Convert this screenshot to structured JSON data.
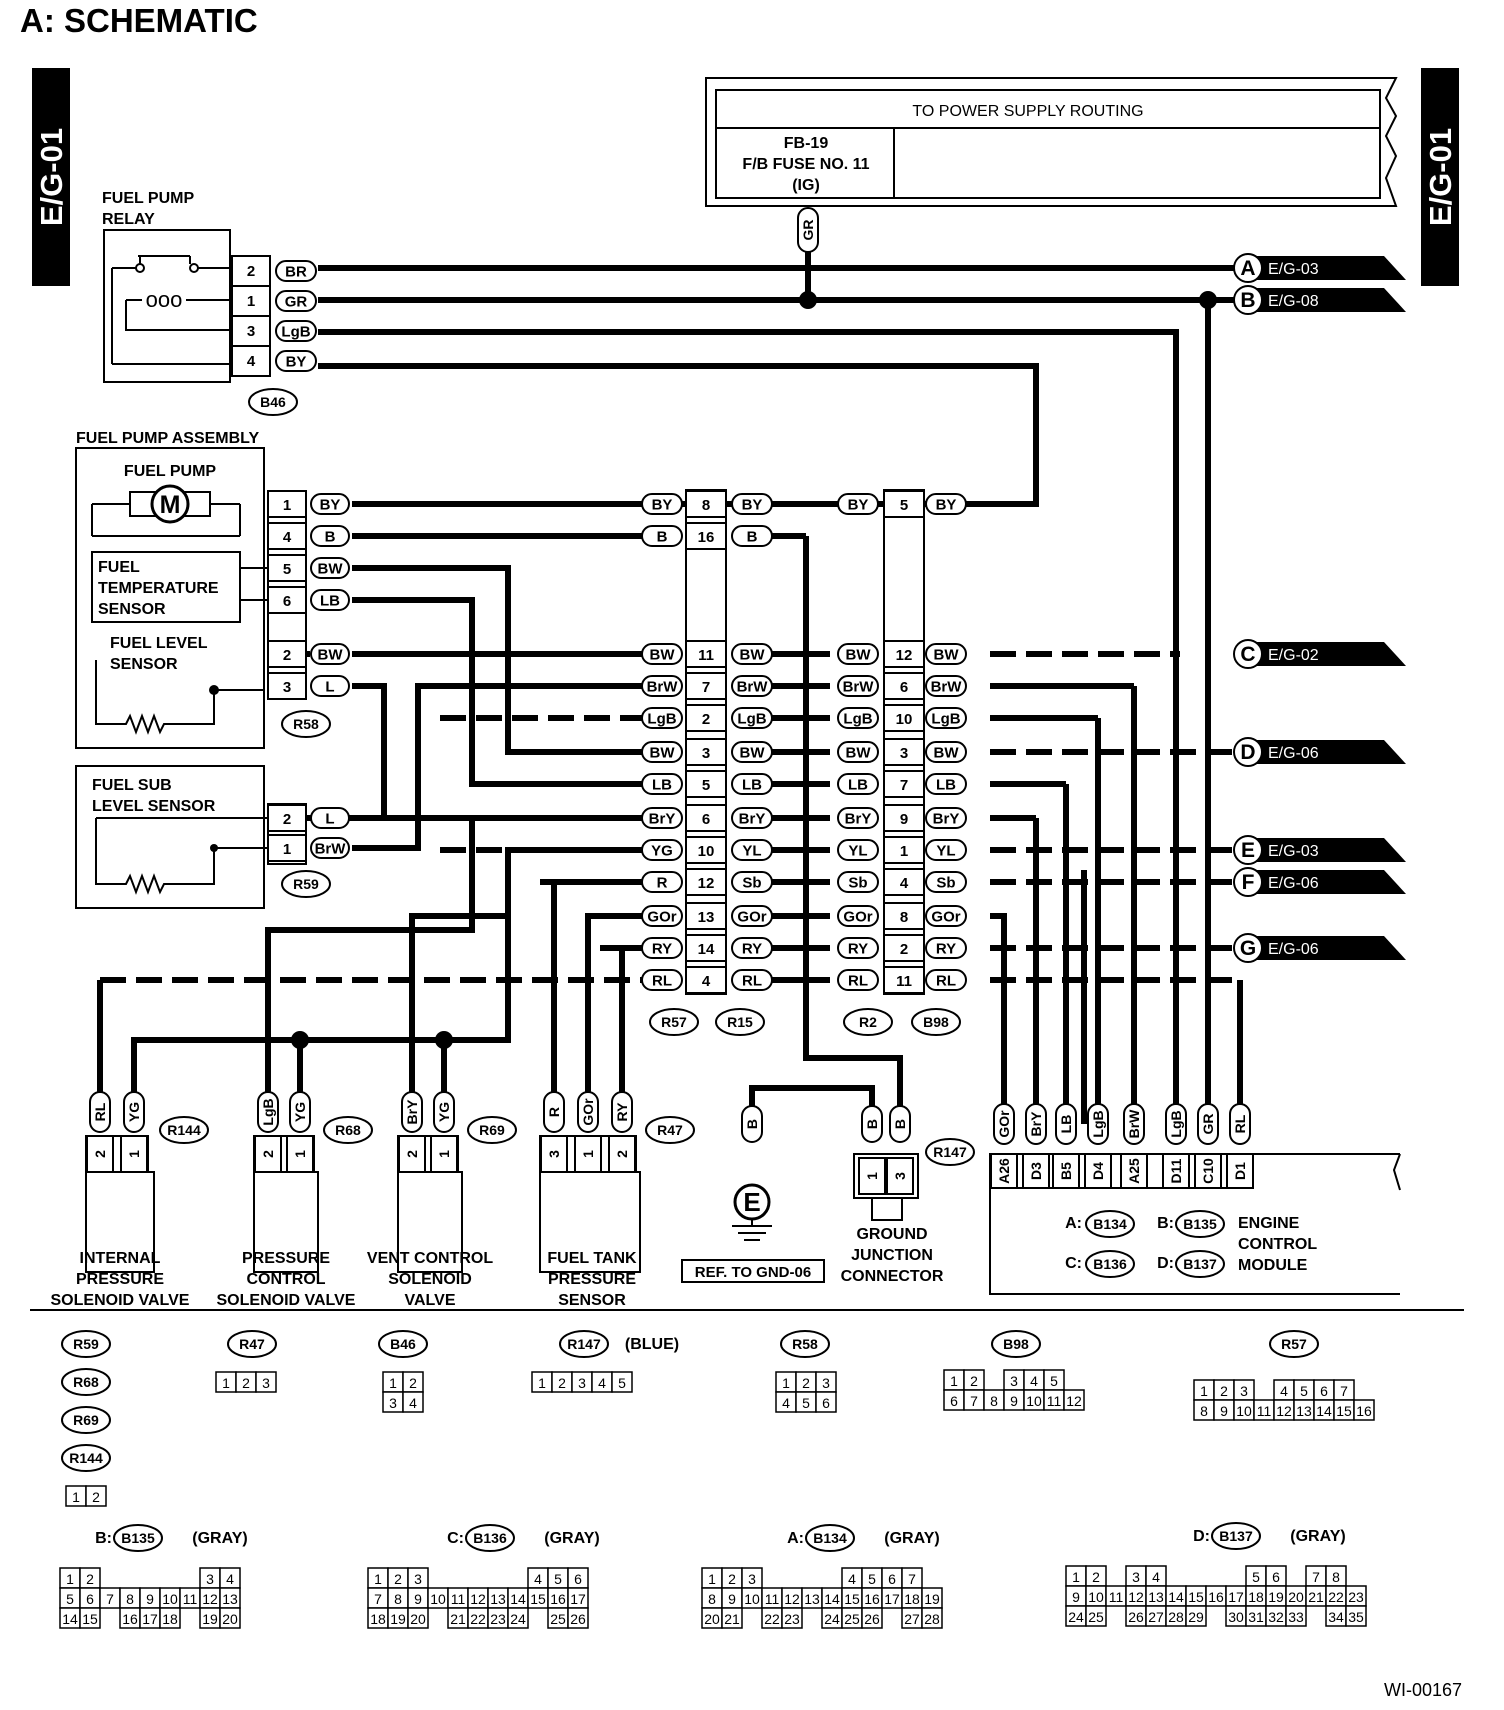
{
  "title": "A:  SCHEMATIC",
  "code": "WI-00167",
  "side_tab": "E/G-01",
  "power": {
    "header": "TO POWER SUPPLY ROUTING",
    "fuse_line1": "FB-19",
    "fuse_line2": "F/B FUSE NO. 11",
    "fuse_line3": "(IG)",
    "wire": "GR"
  },
  "relay": {
    "label1": "FUEL PUMP",
    "label2": "RELAY",
    "connector": "B46",
    "pins": [
      {
        "pin": "2",
        "wire": "BR"
      },
      {
        "pin": "1",
        "wire": "GR"
      },
      {
        "pin": "3",
        "wire": "LgB"
      },
      {
        "pin": "4",
        "wire": "BY"
      }
    ]
  },
  "offpage": [
    {
      "letter": "A",
      "ref": "E/G-03"
    },
    {
      "letter": "B",
      "ref": "E/G-08"
    },
    {
      "letter": "C",
      "ref": "E/G-02"
    },
    {
      "letter": "D",
      "ref": "E/G-06"
    },
    {
      "letter": "E",
      "ref": "E/G-03"
    },
    {
      "letter": "F",
      "ref": "E/G-06"
    },
    {
      "letter": "G",
      "ref": "E/G-06"
    }
  ],
  "assembly": {
    "title": "FUEL PUMP ASSEMBLY",
    "pump": "FUEL PUMP",
    "motor": "M",
    "temp1": "FUEL",
    "temp2": "TEMPERATURE",
    "temp3": "SENSOR",
    "level1": "FUEL LEVEL",
    "level2": "SENSOR",
    "connector": "R58",
    "pins": [
      {
        "pin": "1",
        "wire": "BY"
      },
      {
        "pin": "4",
        "wire": "B"
      },
      {
        "pin": "5",
        "wire": "BW"
      },
      {
        "pin": "6",
        "wire": "LB"
      },
      {
        "pin": "2",
        "wire": "BW"
      },
      {
        "pin": "3",
        "wire": "L"
      }
    ]
  },
  "sublevel": {
    "label1": "FUEL SUB",
    "label2": "LEVEL SENSOR",
    "connector": "R59",
    "pins": [
      {
        "pin": "2",
        "wire": "L"
      },
      {
        "pin": "1",
        "wire": "BrW"
      }
    ]
  },
  "conn_left": {
    "labels": [
      "R57",
      "R15"
    ],
    "rows": [
      {
        "left": "BY",
        "pin": "8",
        "right": "BY"
      },
      {
        "left": "B",
        "pin": "16",
        "right": "B"
      },
      {
        "left": "BW",
        "pin": "11",
        "right": "BW"
      },
      {
        "left": "BrW",
        "pin": "7",
        "right": "BrW"
      },
      {
        "left": "LgB",
        "pin": "2",
        "right": "LgB"
      },
      {
        "left": "BW",
        "pin": "3",
        "right": "BW"
      },
      {
        "left": "LB",
        "pin": "5",
        "right": "LB"
      },
      {
        "left": "BrY",
        "pin": "6",
        "right": "BrY"
      },
      {
        "left": "YG",
        "pin": "10",
        "right": "YL"
      },
      {
        "left": "R",
        "pin": "12",
        "right": "Sb"
      },
      {
        "left": "GOr",
        "pin": "13",
        "right": "GOr"
      },
      {
        "left": "RY",
        "pin": "14",
        "right": "RY"
      },
      {
        "left": "RL",
        "pin": "4",
        "right": "RL"
      }
    ]
  },
  "conn_right": {
    "labels": [
      "R2",
      "B98"
    ],
    "rows": [
      {
        "left": "BY",
        "pin": "5",
        "right": "BY"
      },
      {
        "left": "BW",
        "pin": "12",
        "right": "BW"
      },
      {
        "left": "BrW",
        "pin": "6",
        "right": "BrW"
      },
      {
        "left": "LgB",
        "pin": "10",
        "right": "LgB"
      },
      {
        "left": "BW",
        "pin": "3",
        "right": "BW"
      },
      {
        "left": "LB",
        "pin": "7",
        "right": "LB"
      },
      {
        "left": "BrY",
        "pin": "9",
        "right": "BrY"
      },
      {
        "left": "YL",
        "pin": "1",
        "right": "YL"
      },
      {
        "left": "Sb",
        "pin": "4",
        "right": "Sb"
      },
      {
        "left": "GOr",
        "pin": "8",
        "right": "GOr"
      },
      {
        "left": "RY",
        "pin": "2",
        "right": "RY"
      },
      {
        "left": "RL",
        "pin": "11",
        "right": "RL"
      }
    ]
  },
  "valves": [
    {
      "id": "R144",
      "wires": [
        "RL",
        "YG"
      ],
      "pins": [
        "2",
        "1"
      ],
      "label": [
        "INTERNAL",
        "PRESSURE",
        "SOLENOID VALVE"
      ]
    },
    {
      "id": "R68",
      "wires": [
        "LgB",
        "YG"
      ],
      "pins": [
        "2",
        "1"
      ],
      "label": [
        "PRESSURE",
        "CONTROL",
        "SOLENOID VALVE"
      ]
    },
    {
      "id": "R69",
      "wires": [
        "BrY",
        "YG"
      ],
      "pins": [
        "2",
        "1"
      ],
      "label": [
        "VENT CONTROL",
        "SOLENOID",
        "VALVE"
      ]
    },
    {
      "id": "R47",
      "wires": [
        "R",
        "GOr",
        "RY"
      ],
      "pins": [
        "3",
        "1",
        "2"
      ],
      "label": [
        "FUEL TANK",
        "PRESSURE",
        "SENSOR"
      ]
    }
  ],
  "ground": {
    "wire": "B",
    "symbol": "E",
    "ref": "REF. TO GND-06"
  },
  "junction": {
    "id": "R147",
    "wires": [
      "B",
      "B"
    ],
    "pins": [
      "1",
      "3"
    ],
    "label": [
      "GROUND",
      "JUNCTION",
      "CONNECTOR"
    ]
  },
  "ecm": {
    "pins": [
      {
        "pin": "A26",
        "wire": "GOr"
      },
      {
        "pin": "D3",
        "wire": "BrY"
      },
      {
        "pin": "B5",
        "wire": "LB"
      },
      {
        "pin": "D4",
        "wire": "LgB"
      },
      {
        "pin": "A25",
        "wire": "BrW"
      },
      {
        "pin": "D11",
        "wire": "LgB"
      },
      {
        "pin": "C10",
        "wire": "GR"
      },
      {
        "pin": "D1",
        "wire": "RL"
      }
    ],
    "conn_a": "A:",
    "id_a": "B134",
    "conn_b": "B:",
    "id_b": "B135",
    "conn_c": "C:",
    "id_c": "B136",
    "conn_d": "D:",
    "id_d": "B137",
    "label": [
      "ENGINE",
      "CONTROL",
      "MODULE"
    ]
  },
  "faces": {
    "f_r59": "R59",
    "f_r68": "R68",
    "f_r69": "R69",
    "f_r144": "R144",
    "f_r47": "R47",
    "f_b46": "B46",
    "f_r147": "R147",
    "f_r147_note": "(BLUE)",
    "f_r58": "R58",
    "f_b98": "B98",
    "f_r57": "R57",
    "b135_prefix": "B:",
    "b135": "B135",
    "b135_note": "(GRAY)",
    "b136_prefix": "C:",
    "b136": "B136",
    "b136_note": "(GRAY)",
    "b134_prefix": "A:",
    "b134": "B134",
    "b134_note": "(GRAY)",
    "b137_prefix": "D:",
    "b137": "B137",
    "b137_note": "(GRAY)"
  },
  "face_pins": {
    "two": [
      [
        "1",
        "2"
      ]
    ],
    "r47": [
      [
        "1",
        "2",
        "3"
      ]
    ],
    "b46": [
      [
        "1",
        "2"
      ],
      [
        "3",
        "4"
      ]
    ],
    "r147": [
      [
        "1",
        "2",
        "3",
        "4",
        "5"
      ]
    ],
    "r58": [
      [
        "1",
        "2",
        "3"
      ],
      [
        "4",
        "5",
        "6"
      ]
    ],
    "b98": [
      [
        "1",
        "2",
        "",
        "3",
        "4",
        "5"
      ],
      [
        "6",
        "7",
        "8",
        "9",
        "10",
        "11",
        "12"
      ]
    ],
    "r57": [
      [
        "1",
        "2",
        "3",
        "",
        "4",
        "5",
        "6",
        "7"
      ],
      [
        "8",
        "9",
        "10",
        "11",
        "12",
        "13",
        "14",
        "15",
        "16"
      ]
    ],
    "b135": [
      [
        "1",
        "2",
        "",
        "",
        "",
        "",
        "",
        "3",
        "4"
      ],
      [
        "5",
        "6",
        "7",
        "8",
        "9",
        "10",
        "11",
        "12",
        "13"
      ],
      [
        "14",
        "15",
        "",
        "16",
        "17",
        "18",
        "",
        "19",
        "20"
      ]
    ],
    "b136": [
      [
        "1",
        "2",
        "3",
        "",
        "",
        "",
        "",
        "",
        "4",
        "5",
        "6"
      ],
      [
        "7",
        "8",
        "9",
        "10",
        "11",
        "12",
        "13",
        "14",
        "15",
        "16",
        "17"
      ],
      [
        "18",
        "19",
        "20",
        "",
        "21",
        "22",
        "23",
        "24",
        "",
        "25",
        "26"
      ]
    ],
    "b134": [
      [
        "1",
        "2",
        "3",
        "",
        "",
        "",
        "",
        "4",
        "5",
        "6",
        "7"
      ],
      [
        "8",
        "9",
        "10",
        "11",
        "12",
        "13",
        "14",
        "15",
        "16",
        "17",
        "18",
        "19"
      ],
      [
        "20",
        "21",
        "",
        "22",
        "23",
        "",
        "24",
        "25",
        "26",
        "",
        "27",
        "28"
      ]
    ],
    "b137": [
      [
        "1",
        "2",
        "",
        "3",
        "4",
        "",
        "",
        "",
        "",
        "5",
        "6",
        "",
        "7",
        "8"
      ],
      [
        "9",
        "10",
        "11",
        "12",
        "13",
        "14",
        "15",
        "16",
        "17",
        "18",
        "19",
        "20",
        "21",
        "22",
        "23"
      ],
      [
        "24",
        "25",
        "",
        "26",
        "27",
        "28",
        "29",
        "",
        "30",
        "31",
        "32",
        "33",
        "",
        "34",
        "35"
      ]
    ]
  }
}
